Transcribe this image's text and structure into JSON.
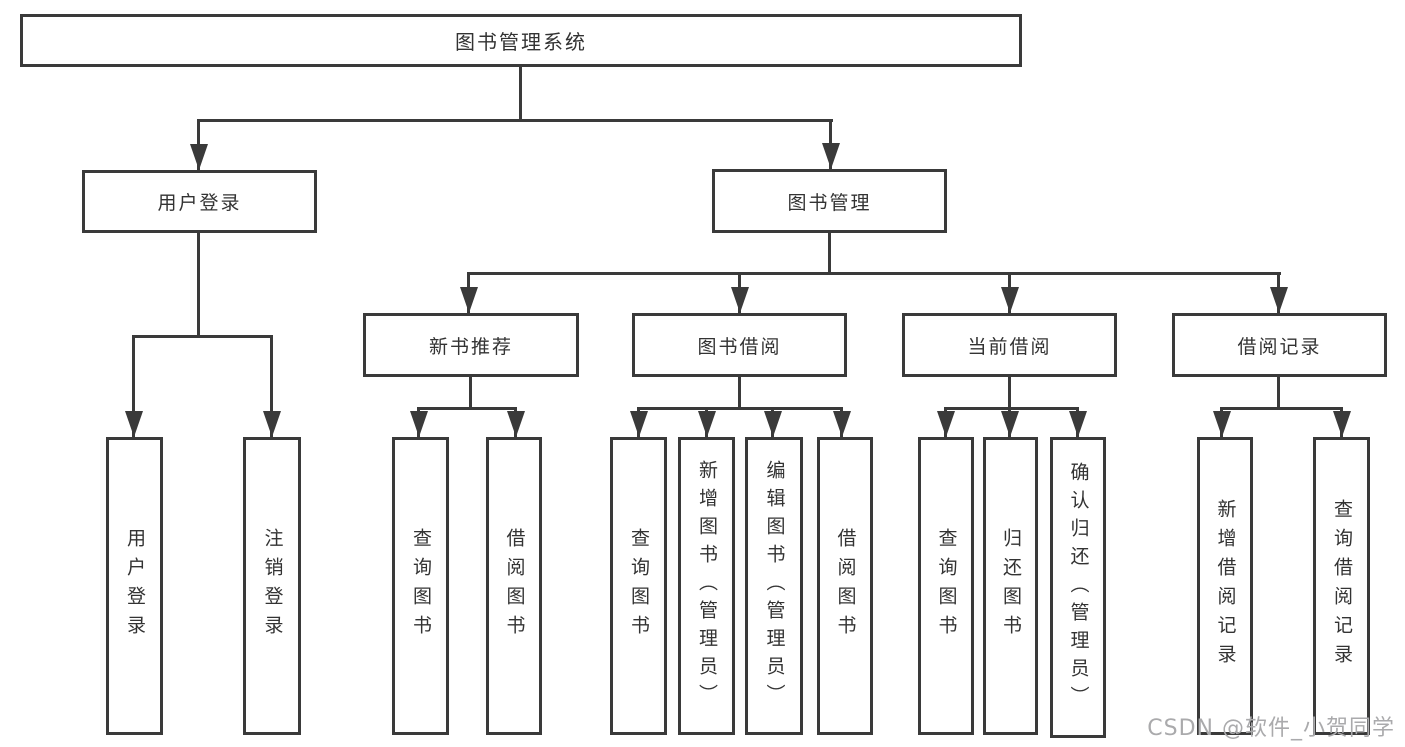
{
  "diagram": {
    "root": "图书管理系统",
    "user_login": {
      "label": "用户登录",
      "login": "用户登录",
      "logout": "注销登录"
    },
    "book_mgmt": {
      "label": "图书管理"
    },
    "new_book": {
      "label": "新书推荐",
      "query": "查询图书",
      "borrow": "借阅图书"
    },
    "book_borrow": {
      "label": "图书借阅",
      "query": "查询图书",
      "add": "新增图书（管理员）",
      "edit": "编辑图书（管理员）",
      "borrow": "借阅图书"
    },
    "current_borrow": {
      "label": "当前借阅",
      "query": "查询图书",
      "return": "归还图书",
      "confirm": "确认归还（管理员）"
    },
    "borrow_record": {
      "label": "借阅记录",
      "add": "新增借阅记录",
      "query": "查询借阅记录"
    }
  },
  "watermark": "CSDN @软件_小贺同学",
  "colors": {
    "line": "#3a3a3a",
    "text": "#333333",
    "watermark": "#aaaaac",
    "background": "#ffffff"
  }
}
